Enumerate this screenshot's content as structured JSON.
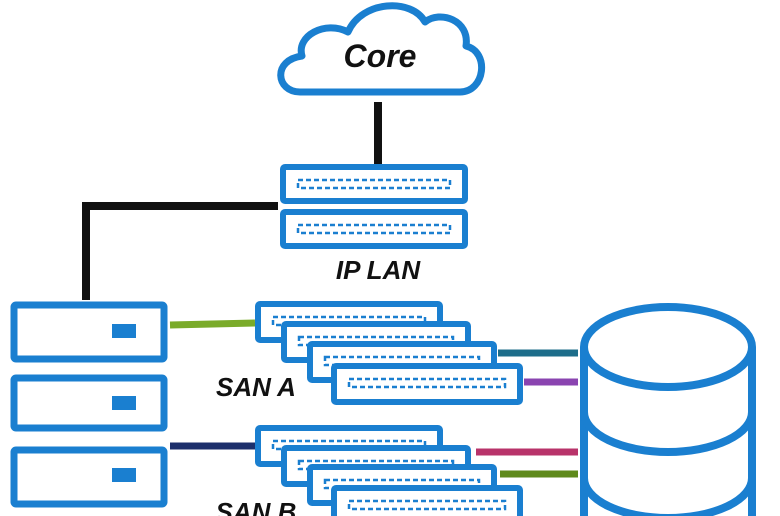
{
  "labels": {
    "core": "Core",
    "ip_lan": "IP LAN",
    "san_a": "SAN A",
    "san_b": "SAN B"
  },
  "colors": {
    "device_blue": "#1a7fd0",
    "fill_white": "#ffffff",
    "cable_black": "#111111",
    "link_green": "#7aab2a",
    "link_navy": "#1c2f6b",
    "link_teal": "#1d6d8a",
    "link_purple": "#8a44b0",
    "link_magenta": "#b8336a",
    "link_olive": "#5f8a1c"
  }
}
